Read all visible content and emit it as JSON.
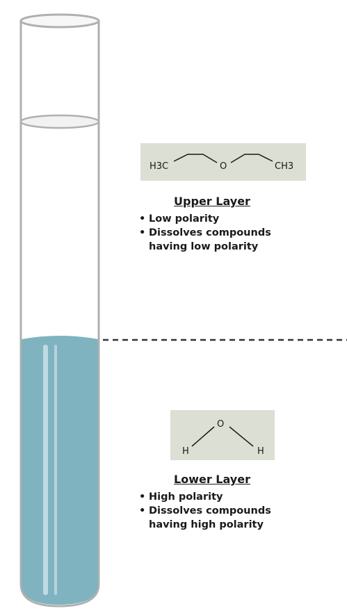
{
  "colors": {
    "liquid": "#7fb3bf",
    "liquid_highlight": "#c9e2e8",
    "tube_outline": "#b0b0b0",
    "formula_box": "#dcdfd3",
    "divider": "#333333"
  },
  "upper_layer": {
    "molecule": {
      "left_group": "H3C",
      "center_atom": "O",
      "right_group": "CH3"
    },
    "title": "Upper Layer",
    "bullets": [
      "Low polarity",
      "Dissolves compounds having low polarity"
    ]
  },
  "lower_layer": {
    "molecule": {
      "center_atom": "O",
      "left_atom": "H",
      "right_atom": "H"
    },
    "title": "Lower Layer",
    "bullets": [
      "High polarity",
      "Dissolves compounds having high polarity"
    ]
  }
}
